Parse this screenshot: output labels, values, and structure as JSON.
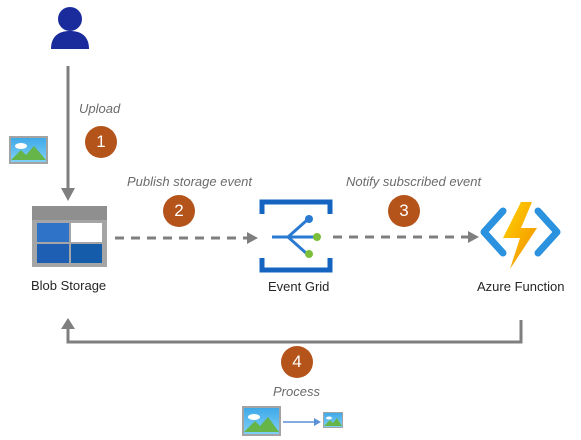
{
  "nodes": {
    "blob_storage": {
      "label": "Blob Storage"
    },
    "event_grid": {
      "label": "Event Grid"
    },
    "azure_function": {
      "label": "Azure Function"
    }
  },
  "edges": {
    "upload": {
      "label": "Upload",
      "step": "1"
    },
    "publish": {
      "label": "Publish storage event",
      "step": "2"
    },
    "notify": {
      "label": "Notify subscribed event",
      "step": "3"
    },
    "process": {
      "label": "Process",
      "step": "4"
    }
  },
  "colors": {
    "user": "#1a2c9c",
    "step_badge": "#b4531a",
    "connector": "#7f7f7f",
    "azure_blue": "#1565c0",
    "function_bolt": "#f7b500"
  },
  "icons": {
    "user": "user-icon",
    "uploaded_image": "image-icon",
    "blob_storage": "blob-storage-icon",
    "event_grid": "event-grid-icon",
    "azure_function": "azure-function-icon",
    "source_image": "image-icon",
    "thumbnail_image": "thumbnail-icon"
  }
}
